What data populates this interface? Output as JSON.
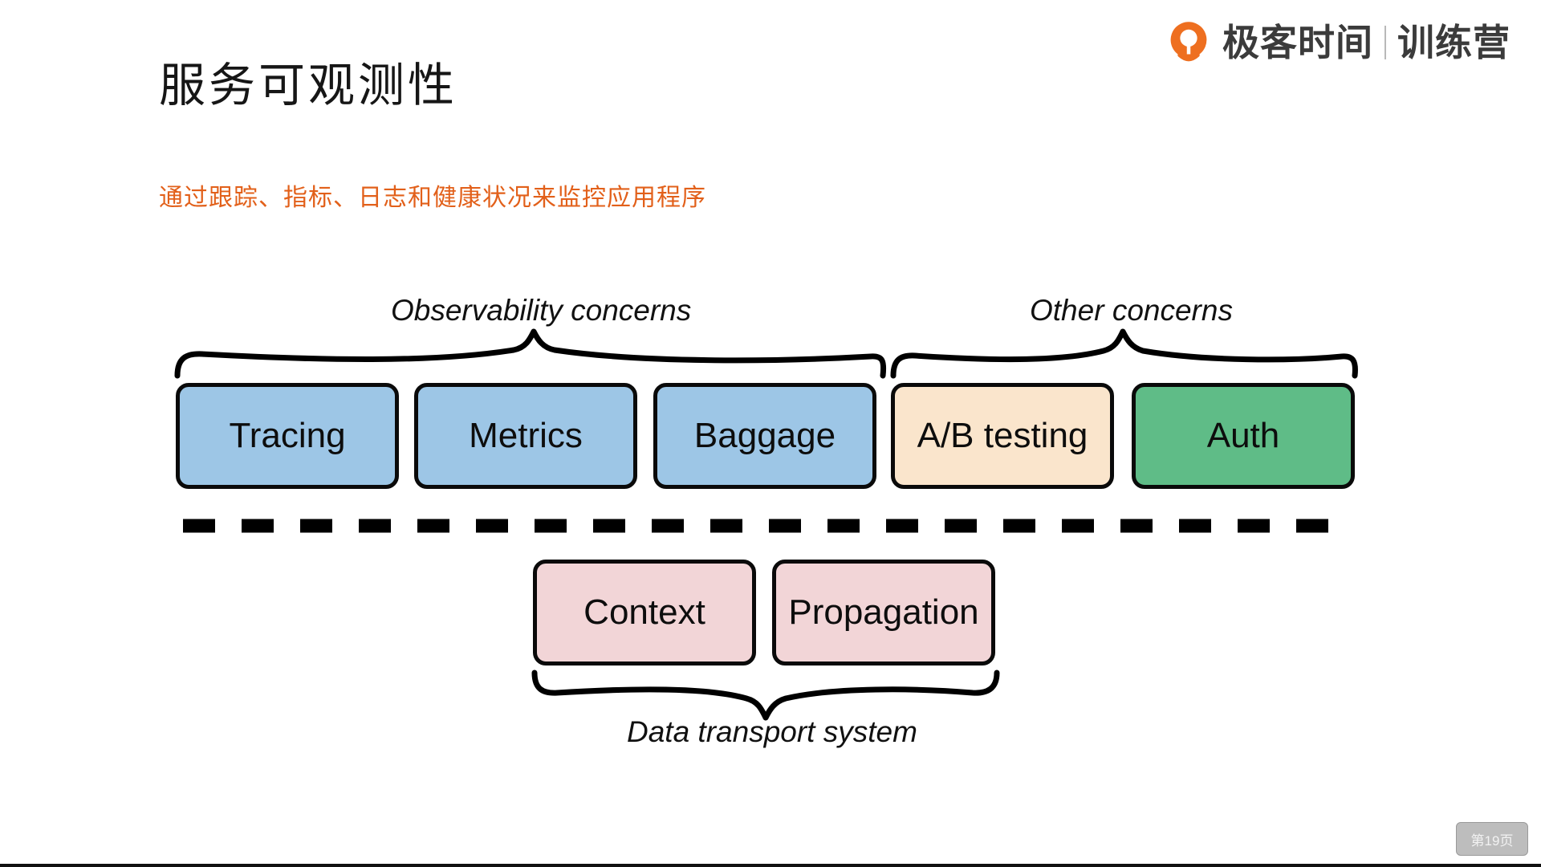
{
  "brand": {
    "mark_icon": "geekbang-location-pin-icon",
    "primary": "极客时间",
    "secondary": "训练营",
    "accent_color": "#EE6F20",
    "text_color": "#3B3B3B"
  },
  "slide": {
    "title": "服务可观测性",
    "subtitle": "通过跟踪、指标、日志和健康状况来监控应用程序",
    "subtitle_color": "#E2601A",
    "page_badge": "第19页"
  },
  "diagram": {
    "type": "concept-grouping",
    "braces": [
      {
        "id": "observability",
        "label": "Observability concerns",
        "position": "above",
        "spans": [
          "Tracing",
          "Metrics",
          "Baggage"
        ]
      },
      {
        "id": "other",
        "label": "Other concerns",
        "position": "above",
        "spans": [
          "A/B testing",
          "Auth"
        ]
      },
      {
        "id": "transport",
        "label": "Data transport system",
        "position": "below",
        "spans": [
          "Context",
          "Propagation"
        ]
      }
    ],
    "divider": {
      "style": "dashed",
      "color": "#000000"
    },
    "rows": [
      {
        "id": "concerns-row",
        "boxes": [
          {
            "label": "Tracing",
            "color": "#9DC6E6",
            "group": "observability"
          },
          {
            "label": "Metrics",
            "color": "#9DC6E6",
            "group": "observability"
          },
          {
            "label": "Baggage",
            "color": "#9DC6E6",
            "group": "observability"
          },
          {
            "label": "A/B testing",
            "color": "#FAE5CC",
            "group": "other"
          },
          {
            "label": "Auth",
            "color": "#5FBC87",
            "group": "other"
          }
        ]
      },
      {
        "id": "transport-row",
        "boxes": [
          {
            "label": "Context",
            "color": "#F2D5D7",
            "group": "transport"
          },
          {
            "label": "Propagation",
            "color": "#F2D5D7",
            "group": "transport"
          }
        ]
      }
    ]
  }
}
